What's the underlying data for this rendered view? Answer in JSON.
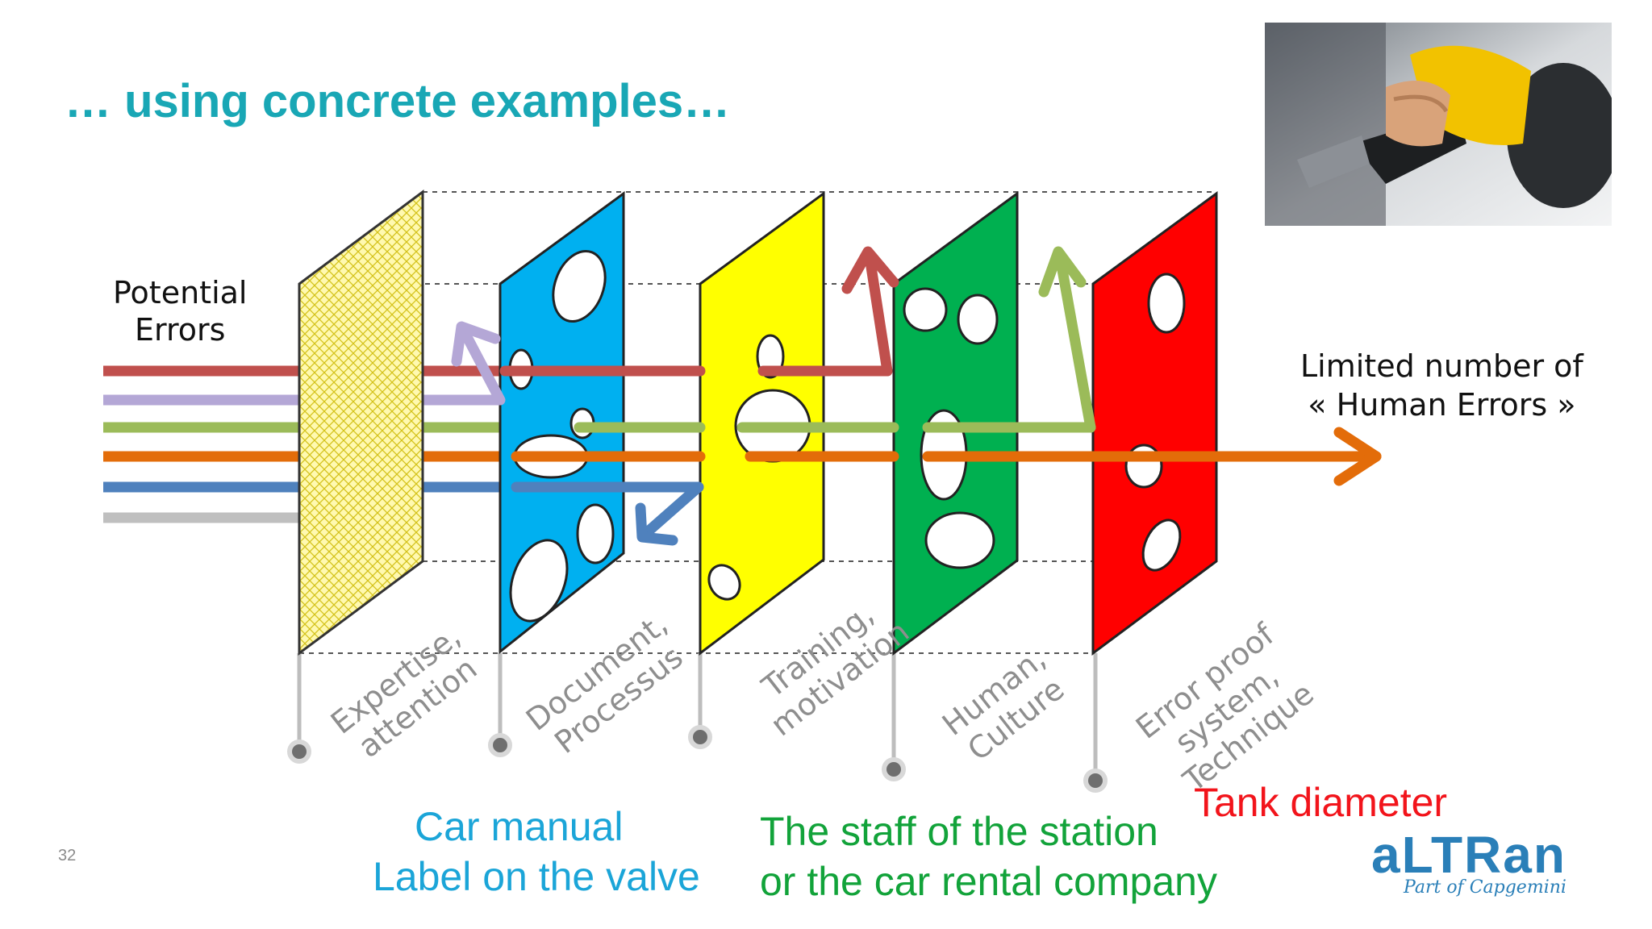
{
  "slide": {
    "title": "… using concrete examples…",
    "page_number": "32"
  },
  "diagram": {
    "input_label_line1": "Potential",
    "input_label_line2": "Errors",
    "output_label_line1": "Limited number of",
    "output_label_line2": "« Human Errors »",
    "layers": [
      {
        "line1": "Expertise,",
        "line2": "attention",
        "color": "#fff59a"
      },
      {
        "line1": "Document,",
        "line2": "Processus",
        "color": "#00b0f0"
      },
      {
        "line1": "Training,",
        "line2": "motivation",
        "color": "#ffff00"
      },
      {
        "line1": "Human,",
        "line2": "Culture",
        "color": "#00b050"
      },
      {
        "line1": "Error proof",
        "line2": "system,",
        "line3": "Technique",
        "color": "#ff0000"
      }
    ],
    "error_line_colors": [
      "#c0504d",
      "#b4a7d6",
      "#9bbb59",
      "#e36c09",
      "#4f81bd",
      "#bfbfbf"
    ]
  },
  "examples": {
    "blue_line1": "Car manual",
    "blue_line2": "Label on the valve",
    "green_line1": "The staff of the station",
    "green_line2": "or the car rental company",
    "red": "Tank diameter"
  },
  "logo": {
    "word": "aLTRan",
    "sub": "Part of Capgemini"
  },
  "photo": {
    "subject": "hand holding yellow fuel pump nozzle"
  }
}
